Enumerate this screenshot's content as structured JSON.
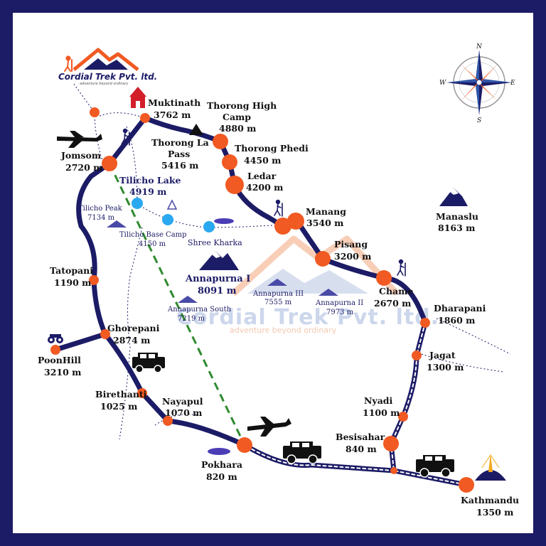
{
  "brand": {
    "name": "Cordial Trek Pvt. ltd.",
    "tagline": "adventure beyond ordinary",
    "watermark_name": "Cordial Trek Pvt. ltd.",
    "watermark_tagline": "adventure beyond ordinary"
  },
  "compass": {
    "n": "N",
    "e": "E",
    "s": "S",
    "w": "W"
  },
  "colors": {
    "frame": "#1c1b66",
    "route": "#1c1b66",
    "stop": "#f15a22",
    "lake": "#2aa8f0",
    "flight": "#2f8a2f",
    "mountain": "#4a4aa8"
  },
  "places": {
    "muktinath": {
      "name": "Muktinath",
      "alt": "3762 m"
    },
    "thorong_high_camp": {
      "name1": "Thorong High",
      "name2": "Camp",
      "alt": "4880 m"
    },
    "thorong_phedi": {
      "name": "Thorong Phedi",
      "alt": "4450 m"
    },
    "thorong_la": {
      "name1": "Thorong La",
      "name2": "Pass",
      "alt": "5416 m"
    },
    "ledar": {
      "name": "Ledar",
      "alt": "4200 m"
    },
    "jomsom": {
      "name": "Jomsom",
      "alt": "2720 m"
    },
    "tilicho_lake": {
      "name": "Tilicho Lake",
      "alt": "4919 m"
    },
    "tilicho_peak": {
      "name": "Tilicho Peak",
      "alt": "7134 m"
    },
    "tilicho_base_camp": {
      "name": "Tilicho Base Camp",
      "alt": "4150 m"
    },
    "shree_kharka": {
      "name": "Shree Kharka"
    },
    "manang": {
      "name": "Manang",
      "alt": "3540 m"
    },
    "manaslu": {
      "name": "Manaslu",
      "alt": "8163 m"
    },
    "pisang": {
      "name": "Pisang",
      "alt": "3200 m"
    },
    "tatopani": {
      "name": "Tatopani",
      "alt": "1190 m"
    },
    "annapurna_1": {
      "name": "Annapurna I",
      "alt": "8091 m"
    },
    "annapurna_3": {
      "name": "Annapurna III",
      "alt": "7555 m"
    },
    "annapurna_2": {
      "name": "Annapurna II",
      "alt": "7973 m"
    },
    "annapurna_south": {
      "name": "Annapurna South",
      "alt": "7219 m"
    },
    "chame": {
      "name": "Chame",
      "alt": "2670 m"
    },
    "dharapani": {
      "name": "Dharapani",
      "alt": "1860 m"
    },
    "ghorepani": {
      "name": "Ghorepani",
      "alt": "2874 m"
    },
    "poonhill": {
      "name": "PoonHill",
      "alt": "3210 m"
    },
    "jagat": {
      "name": "Jagat",
      "alt": "1300 m"
    },
    "birethanti": {
      "name": "Birethanti",
      "alt": "1025 m"
    },
    "nayapul": {
      "name": "Nayapul",
      "alt": "1070 m"
    },
    "nyadi": {
      "name": "Nyadi",
      "alt": "1100 m"
    },
    "besisahar": {
      "name": "Besisahar",
      "alt": "840 m"
    },
    "pokhara": {
      "name": "Pokhara",
      "alt": "820 m"
    },
    "kathmandu": {
      "name": "Kathmandu",
      "alt": "1350 m"
    }
  }
}
